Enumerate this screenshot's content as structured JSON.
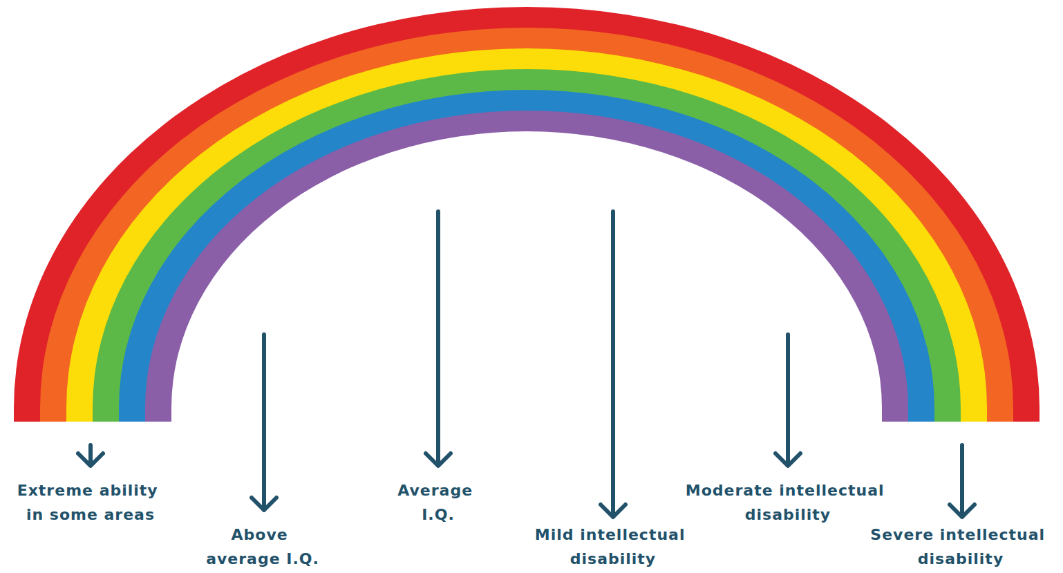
{
  "diagram": {
    "labels": [
      "Extreme ability in some areas",
      "Above average I.Q.",
      "Average I.Q.",
      "Mild intellectual disability",
      "Moderate intellectual disability",
      "Severe intellectual disability"
    ]
  }
}
